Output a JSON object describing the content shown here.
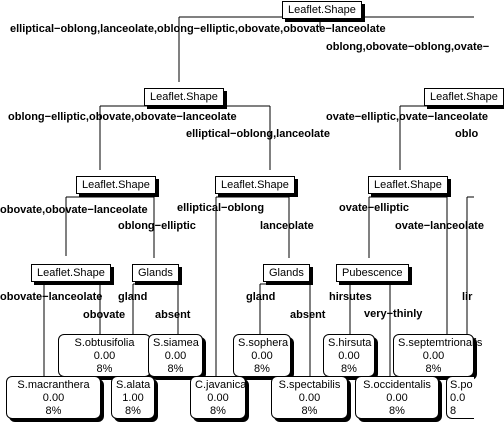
{
  "tree": {
    "splits": {
      "root": "Leaflet.Shape",
      "l": "Leaflet.Shape",
      "r": "Leaflet.Shape",
      "ll": "Leaflet.Shape",
      "lr": "Leaflet.Shape",
      "rl": "Leaflet.Shape",
      "lll": "Leaflet.Shape",
      "llr": "Glands",
      "lrr": "Glands",
      "rll": "Pubescence"
    },
    "edges": {
      "root_left": "elliptical−oblong,lanceolate,oblong−elliptic,obovate,obovate−lanceolate",
      "root_right": "oblong,obovate−oblong,ovate−",
      "l_left": "oblong−elliptic,obovate,obovate−lanceolate",
      "l_right": "elliptical−oblong,lanceolate",
      "r_left": "ovate−elliptic,ovate−lanceolate",
      "r_right": "oblo",
      "ll_left": "obovate,obovate−lanceolate",
      "ll_right": "oblong−elliptic",
      "lr_left": "elliptical−oblong",
      "lr_right": "lanceolate",
      "rl_left": "ovate−elliptic",
      "rl_right": "ovate−lanceolate",
      "lll_left": "obovate−lanceolate",
      "lll_right": "obovate",
      "llr_left": "gland",
      "llr_right": "absent",
      "lrr_left": "gland",
      "lrr_right": "absent",
      "rll_left": "hirsutes",
      "rll_right": "very−thinly",
      "far_right": "lir"
    },
    "leaves": {
      "macranthera": {
        "name": "S.macranthera",
        "value": "0.00",
        "pct": "8%"
      },
      "obtusifolia": {
        "name": "S.obtusifolia",
        "value": "0.00",
        "pct": "8%"
      },
      "alata": {
        "name": "S.alata",
        "value": "1.00",
        "pct": "8%"
      },
      "siamea": {
        "name": "S.siamea",
        "value": "0.00",
        "pct": "8%"
      },
      "javanica": {
        "name": "C.javanica",
        "value": "0.00",
        "pct": "8%"
      },
      "sophera": {
        "name": "S.sophera",
        "value": "0.00",
        "pct": "8%"
      },
      "spectabilis": {
        "name": "S.spectabilis",
        "value": "0.00",
        "pct": "8%"
      },
      "hirsuta": {
        "name": "S.hirsuta",
        "value": "0.00",
        "pct": "8%"
      },
      "occidentalis": {
        "name": "S.occidentalis",
        "value": "0.00",
        "pct": "8%"
      },
      "septemtrionalis": {
        "name": "S.septemtrionalis",
        "value": "0.00",
        "pct": "8%"
      },
      "po": {
        "name": "S.po",
        "value": "0.0",
        "pct": "8"
      }
    }
  }
}
